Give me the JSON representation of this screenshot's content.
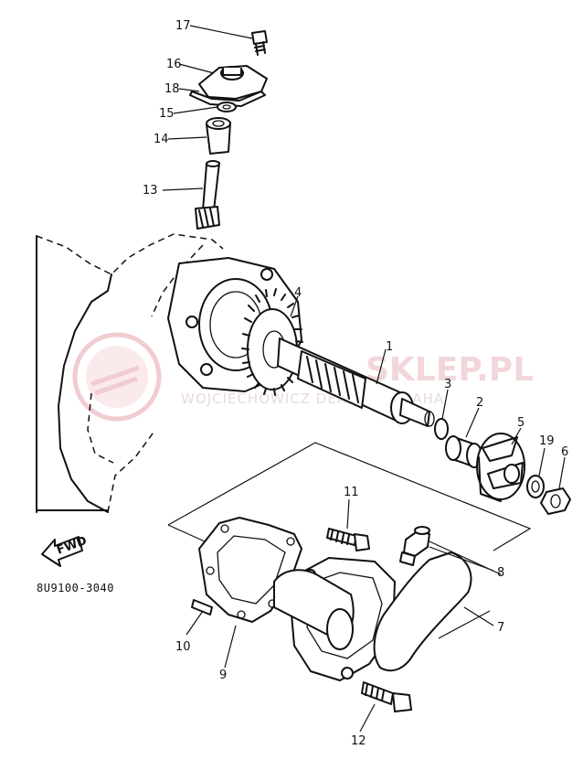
{
  "diagram": {
    "part_code": "8U9100-3040",
    "direction_label": "FWD",
    "callouts": [
      "1",
      "2",
      "3",
      "4",
      "5",
      "6",
      "7",
      "8",
      "9",
      "10",
      "11",
      "12",
      "13",
      "14",
      "15",
      "16",
      "17",
      "18",
      "19"
    ]
  },
  "watermark": {
    "line1": "SKLEP.PL",
    "line2": "WOJCIECHOWICZ DEALER YAMAHA",
    "color": "#e8b8bc"
  }
}
